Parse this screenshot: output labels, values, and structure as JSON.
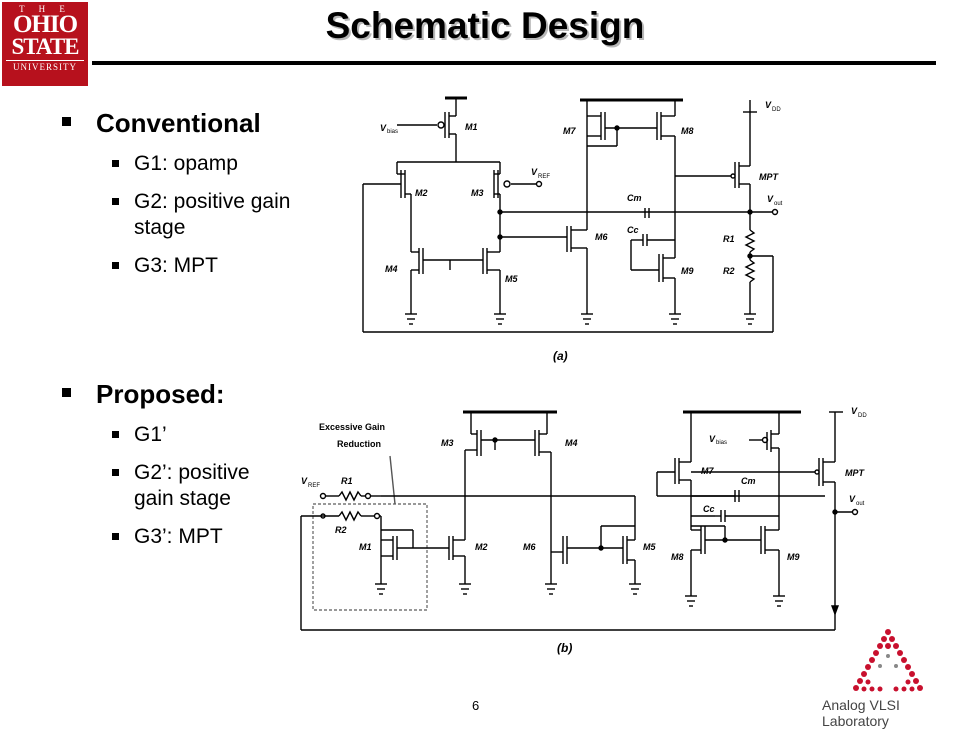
{
  "logo": {
    "line1": "T H E",
    "line2": "OHIO",
    "line3": "STATE",
    "line4": "UNIVERSITY"
  },
  "slide": {
    "title": "Schematic Design",
    "page_number": "6"
  },
  "bullets": {
    "conventional": {
      "heading": "Conventional",
      "items": [
        "G1: opamp",
        "G2: positive gain stage",
        "G3: MPT"
      ]
    },
    "proposed": {
      "heading": "Proposed:",
      "items": [
        "G1’",
        "G2’: positive gain stage",
        "G3’: MPT"
      ]
    }
  },
  "schematic_a": {
    "caption": "(a)",
    "labels": {
      "vbias": "V",
      "vbias_sub": "bias",
      "m1": "M1",
      "m2": "M2",
      "m3": "M3",
      "m4": "M4",
      "m5": "M5",
      "m6": "M6",
      "m7": "M7",
      "m8": "M8",
      "m9": "M9",
      "mpt": "MPT",
      "vref": "V",
      "vref_sub": "REF",
      "cm": "Cm",
      "cc": "Cc",
      "r1": "R1",
      "r2": "R2",
      "vdd": "V",
      "vdd_sub": "DD",
      "vout": "V",
      "vout_sub": "out"
    }
  },
  "schematic_b": {
    "caption": "(b)",
    "annotation_line1": "Excessive Gain",
    "annotation_line2": "Reduction",
    "labels": {
      "vref": "V",
      "vref_sub": "REF",
      "r1": "R1",
      "r2": "R2",
      "m1": "M1",
      "m2": "M2",
      "m3": "M3",
      "m4": "M4",
      "m5": "M5",
      "m6": "M6",
      "m7": "M7",
      "m8": "M8",
      "m9": "M9",
      "mpt": "MPT",
      "vbias": "V",
      "vbias_sub": "bias",
      "cm": "Cm",
      "cc": "Cc",
      "vdd": "V",
      "vdd_sub": "DD",
      "vout": "V",
      "vout_sub": "out"
    }
  },
  "footer": {
    "lab": "Analog VLSI Laboratory"
  },
  "colors": {
    "logo_red": "#b7111d",
    "lab_logo_red": "#c8102e"
  }
}
